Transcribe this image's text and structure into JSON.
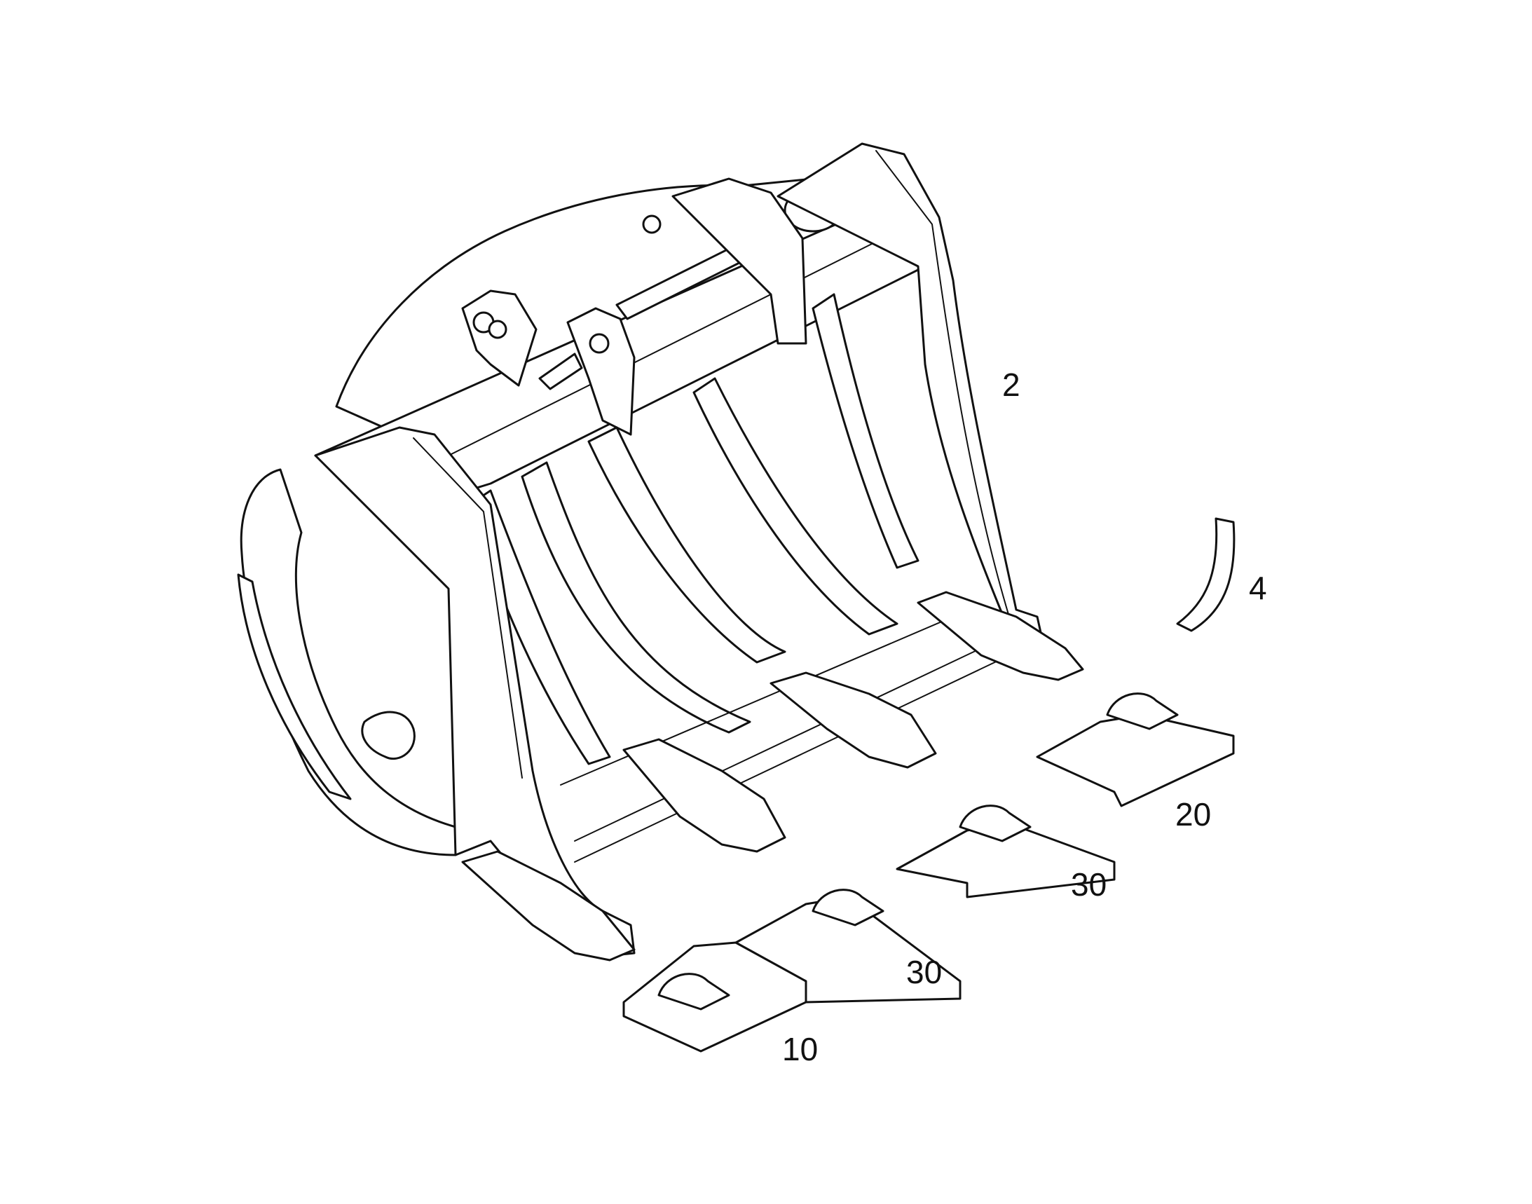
{
  "diagram": {
    "callouts": {
      "bucket": "2",
      "side_cutter": "4",
      "edge_segment_end": "10",
      "edge_segment_middle_a": "30",
      "edge_segment_middle_b": "30",
      "edge_segment_corner": "20"
    }
  }
}
